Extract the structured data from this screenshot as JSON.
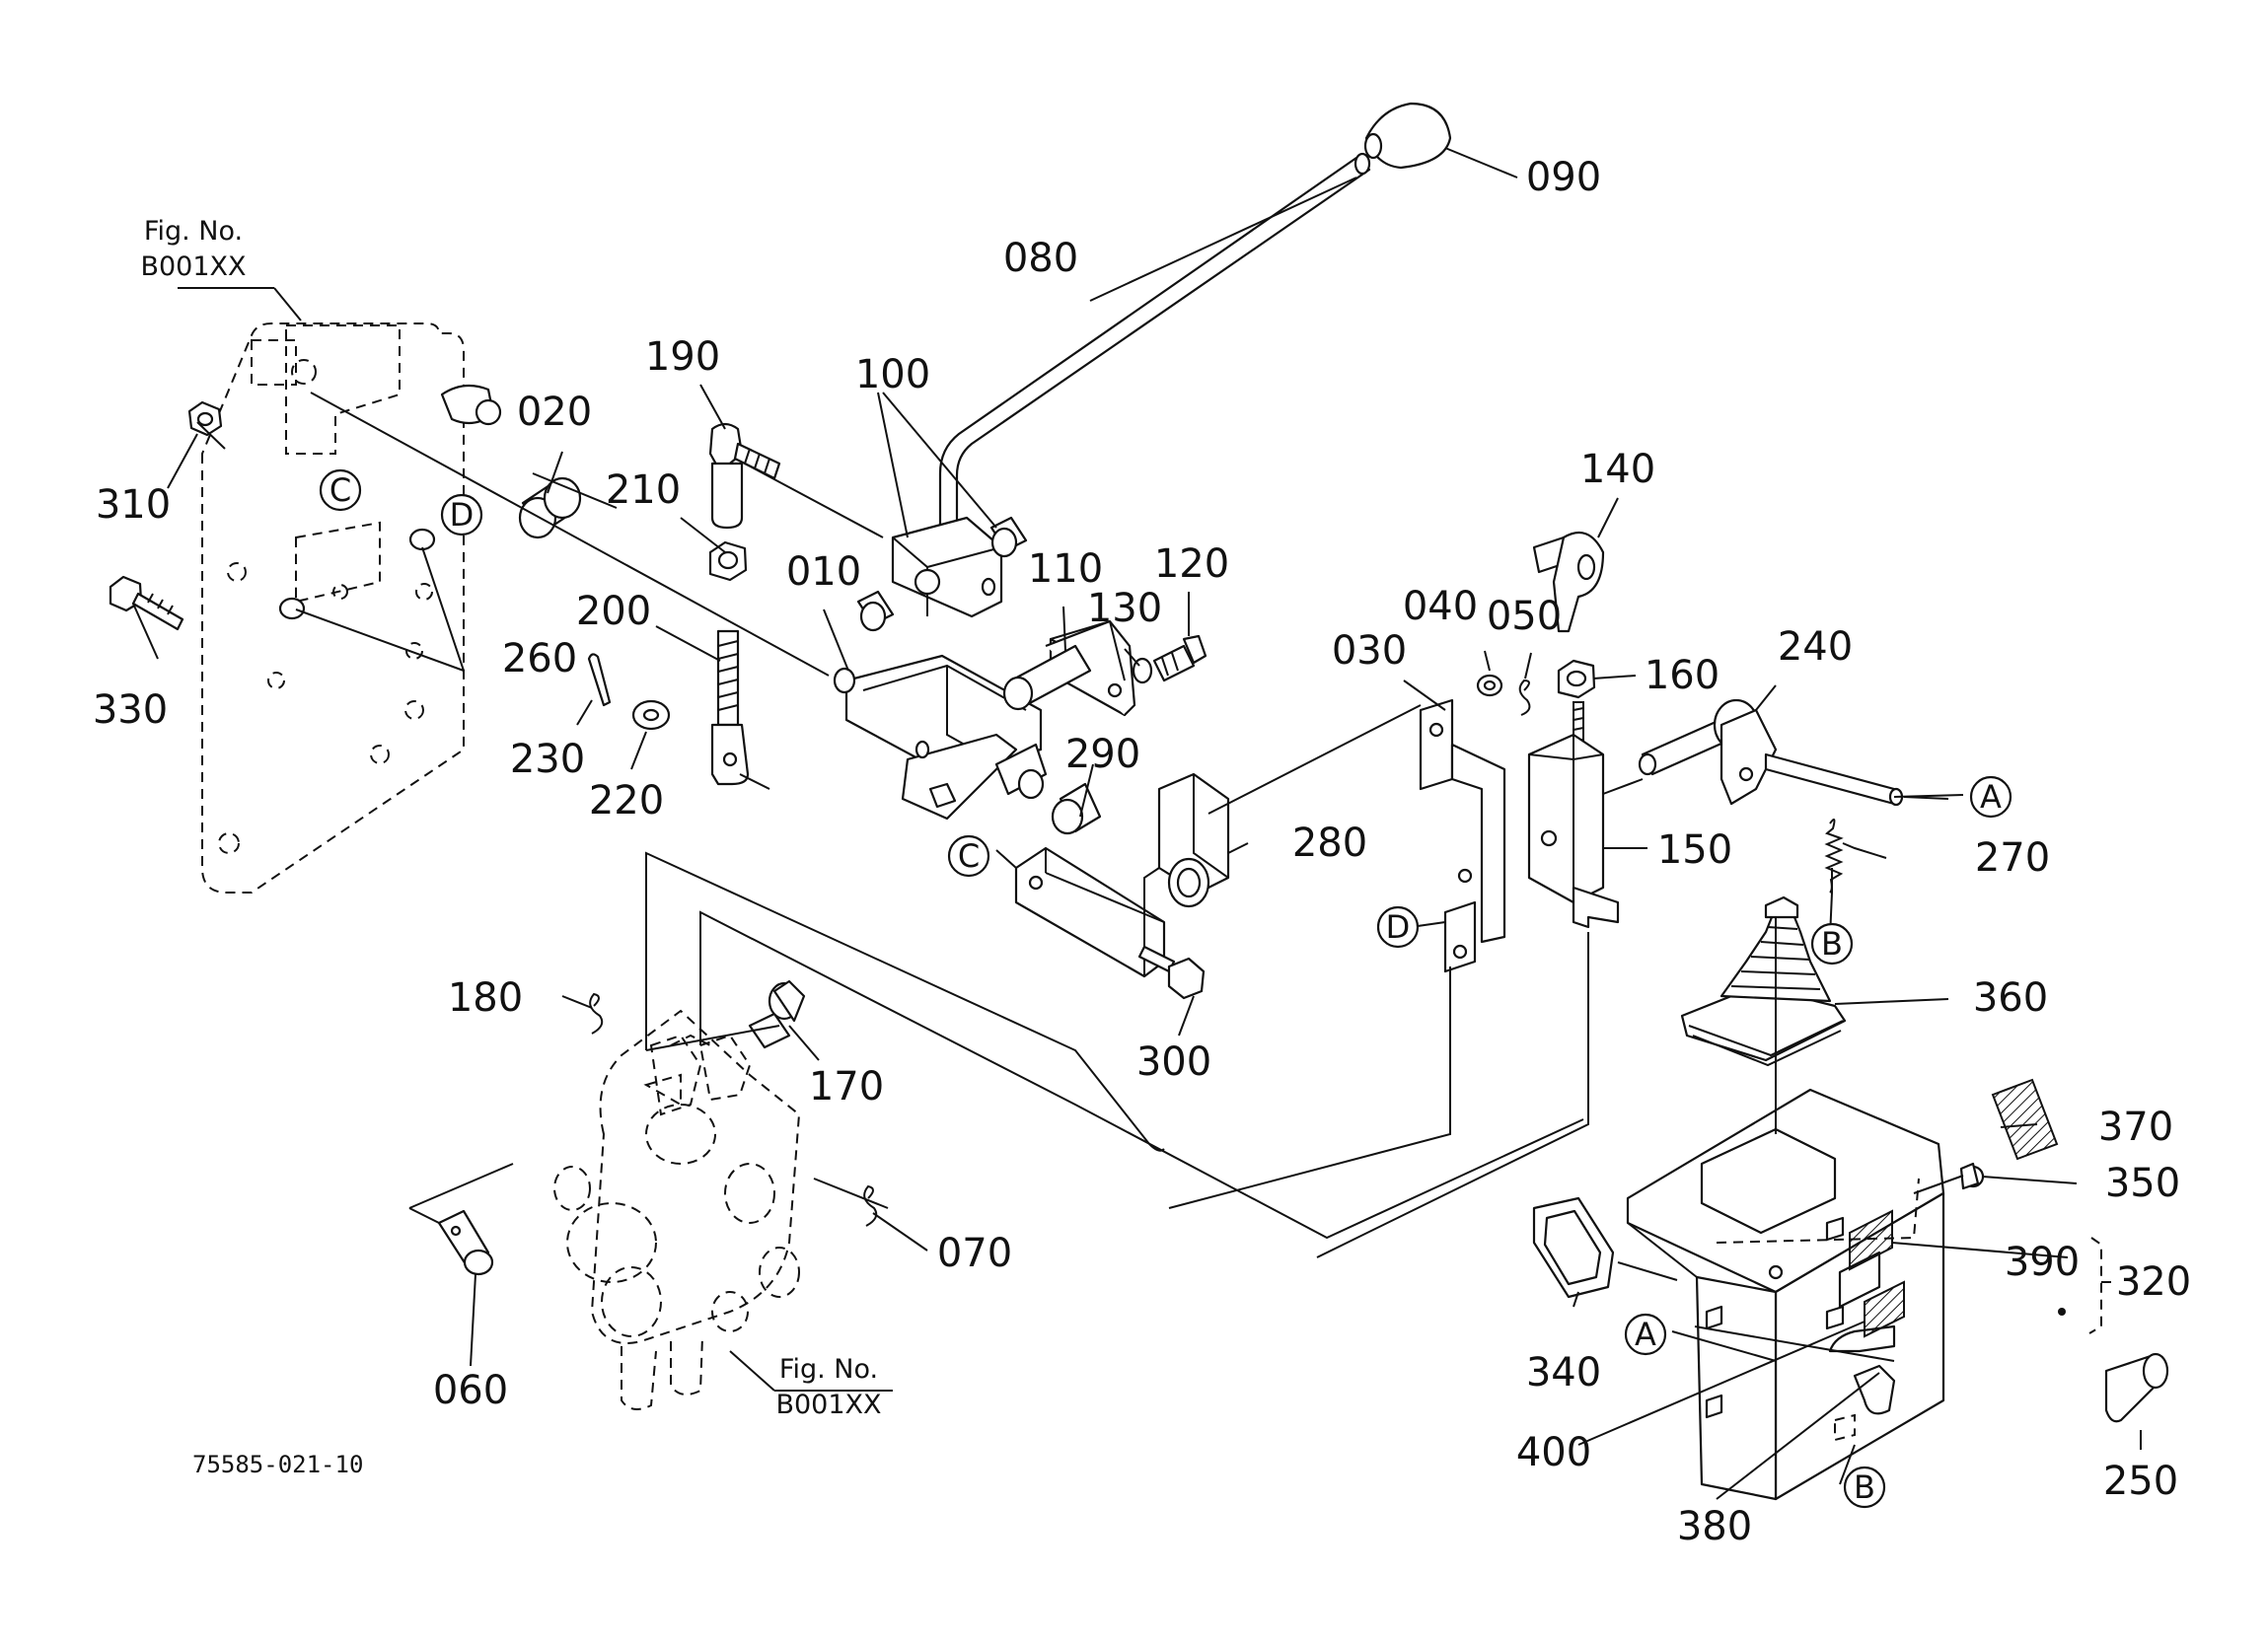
{
  "figure": {
    "drawing_number": "75585-021-10",
    "fig_refs": [
      {
        "line1": "Fig. No.",
        "line2": "B001XX"
      },
      {
        "line1": "Fig. No.",
        "line2": "B001XX"
      }
    ]
  },
  "callouts": [
    "010",
    "020",
    "030",
    "040",
    "050",
    "060",
    "070",
    "080",
    "090",
    "100",
    "110",
    "120",
    "130",
    "140",
    "150",
    "160",
    "170",
    "180",
    "190",
    "200",
    "210",
    "220",
    "230",
    "240",
    "250",
    "260",
    "270",
    "280",
    "290",
    "300",
    "310",
    "320",
    "330",
    "340",
    "350",
    "360",
    "370",
    "380",
    "390",
    "400"
  ],
  "ref_letters": [
    "C",
    "D",
    "C",
    "D",
    "A",
    "B",
    "A",
    "B"
  ]
}
